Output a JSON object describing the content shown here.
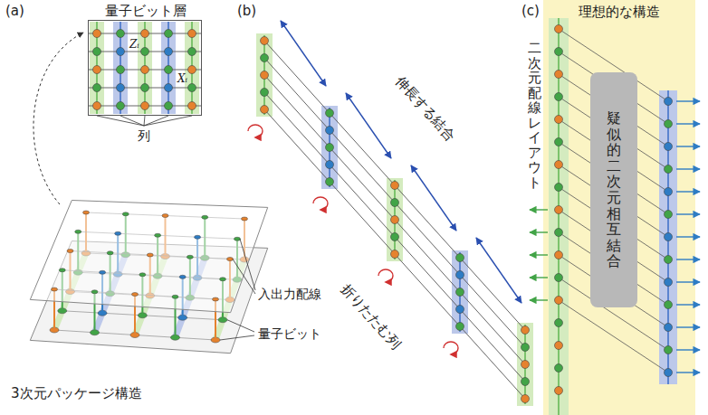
{
  "diagram": {
    "nodes": [
      {
        "text": [
          "量子ビット層",
          "Zᵢ",
          "Xᵢ"
        ]
      },
      {
        "text": [
          "理想的な構造",
          "二次元配線レイアウト"
        ]
      },
      {
        "text": [
          "疑似的二次元相互結合"
        ],
        "in": 1
      }
    ],
    "labels": [
      "(a)",
      "列",
      "入出力配線",
      "量子ビット",
      "3次元パッケージ構造",
      "(b)",
      "伸長する結合",
      "折りたたむ列",
      "(c)"
    ]
  }
}
